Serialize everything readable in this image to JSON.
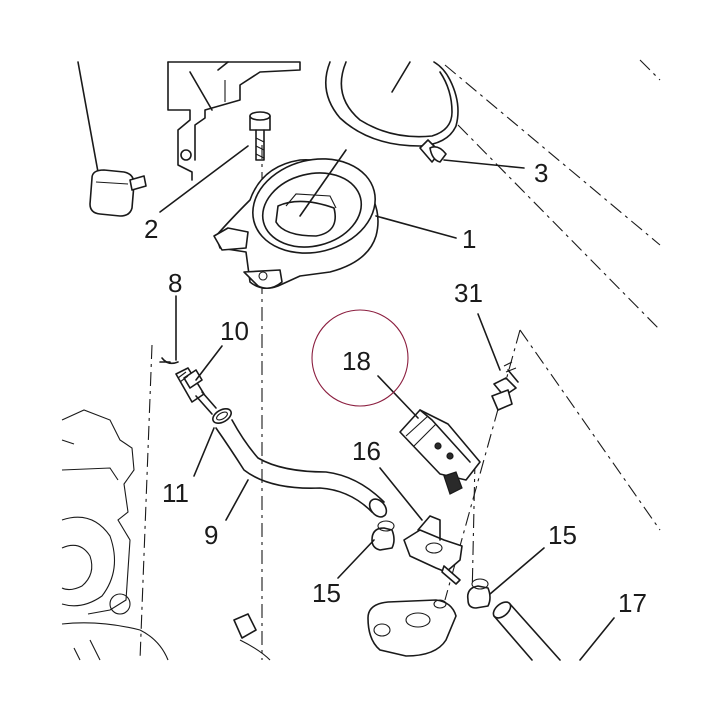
{
  "callouts": [
    {
      "id": "1",
      "text": "1"
    },
    {
      "id": "2",
      "text": "2"
    },
    {
      "id": "3",
      "text": "3"
    },
    {
      "id": "8",
      "text": "8"
    },
    {
      "id": "9",
      "text": "9"
    },
    {
      "id": "10",
      "text": "10"
    },
    {
      "id": "11",
      "text": "11"
    },
    {
      "id": "15a",
      "text": "15"
    },
    {
      "id": "15b",
      "text": "15"
    },
    {
      "id": "16",
      "text": "16"
    },
    {
      "id": "17",
      "text": "17"
    },
    {
      "id": "18",
      "text": "18"
    },
    {
      "id": "31",
      "text": "31"
    }
  ],
  "highlight": {
    "callout": "18",
    "color": "#8b1e3f"
  },
  "colors": {
    "line": "#1a1a1a",
    "background": "#ffffff"
  }
}
